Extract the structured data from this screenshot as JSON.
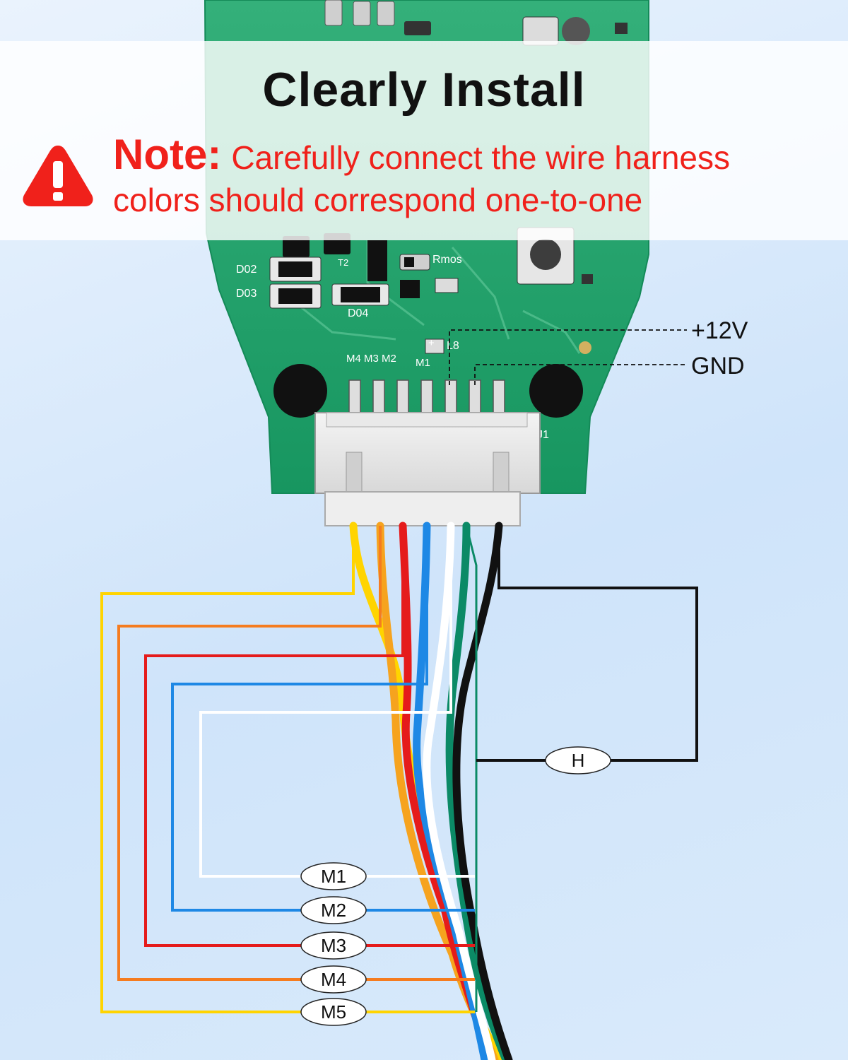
{
  "header": {
    "title": "Clearly Install",
    "note_label": "Note:",
    "note_line_1": "Carefully connect the wire harness",
    "note_line_2": "colors should correspond one-to-one"
  },
  "pcb": {
    "silkscreen": {
      "d02": "D02",
      "d03": "D03",
      "d04": "D04",
      "rmos": "Rmos",
      "l8": "L8",
      "j1": "J1",
      "pins": "M4 M3 M2",
      "m1": "M1",
      "plus": "+",
      "t2": "T2"
    },
    "board_color": "#1fa06b"
  },
  "power_labels": {
    "vplus": "+12V",
    "gnd": "GND"
  },
  "wires": [
    {
      "label": "M1",
      "color": "#ffffff"
    },
    {
      "label": "M2",
      "color": "#1e88e5"
    },
    {
      "label": "M3",
      "color": "#e51b1b"
    },
    {
      "label": "M4",
      "color": "#f57c1f"
    },
    {
      "label": "M5",
      "color": "#ffd400"
    },
    {
      "label": "H",
      "color": "#111111"
    }
  ],
  "colors": {
    "note_red": "#f0211b",
    "ground_green": "#0b8a66"
  }
}
